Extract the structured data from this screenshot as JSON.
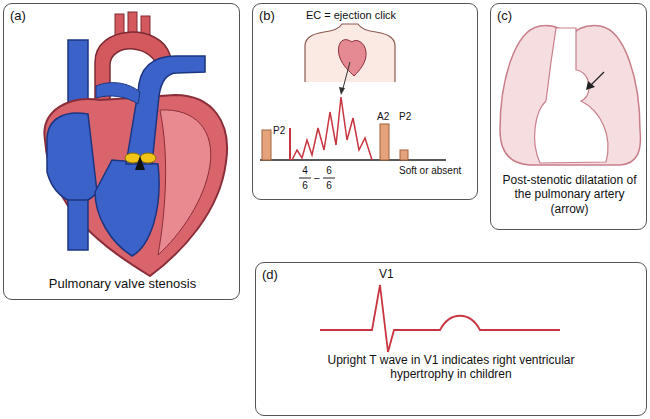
{
  "diagram": {
    "nodes": [
      {
        "text": [
          "(a)",
          "Pulmonary valve stenosis"
        ]
      },
      {
        "text": [
          "(b)",
          "EC = ejection click",
          "P2",
          "4",
          "6",
          "–",
          "6",
          "6",
          "A2",
          "P2",
          "Soft or absent"
        ]
      },
      {
        "text": [
          "(c)",
          "Post-stenotic dilatation of the pulmonary artery (arrow)"
        ]
      },
      {
        "text": [
          "(d)",
          "V1",
          "Upright T wave in V1 indicates right ventricular hypertrophy in children"
        ]
      }
    ]
  }
}
